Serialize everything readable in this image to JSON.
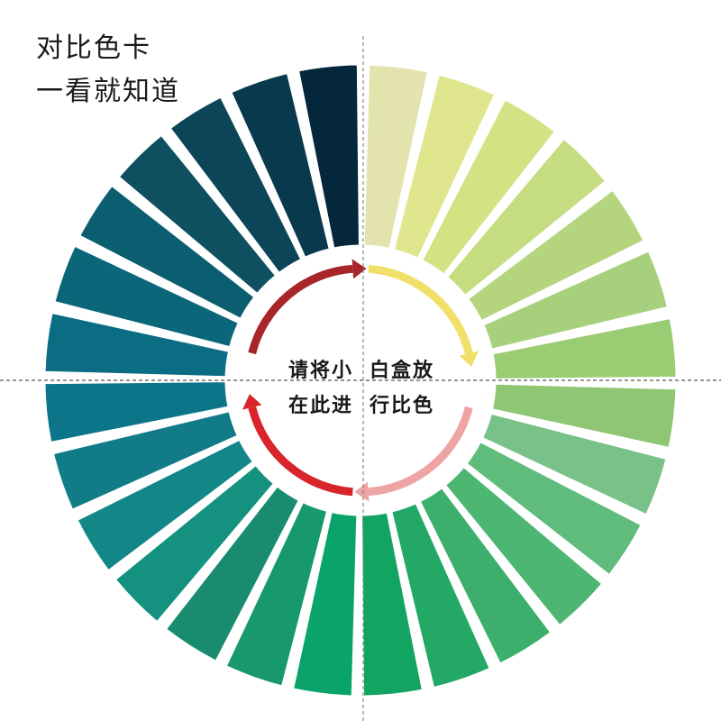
{
  "title": {
    "line1": "对比色卡",
    "line2": "一看就知道"
  },
  "center_text": {
    "top_left": "请将小",
    "top_right": "白盒放",
    "bottom_left": "在此进",
    "bottom_right": "行比色"
  },
  "wedge_colors": [
    "#e2e3ad",
    "#e0e68d",
    "#d3e384",
    "#c5dc80",
    "#b4d57e",
    "#a6d07c",
    "#9acc74",
    "#8ec673",
    "#78c188",
    "#5fbc7d",
    "#4cb672",
    "#3daf6c",
    "#23a865",
    "#12a460",
    "#0aa46b",
    "#17996d",
    "#198c70",
    "#15917f",
    "#138688",
    "#117b88",
    "#0d7589",
    "#0a6d83",
    "#0b6679",
    "#0b5e6f",
    "#0e5060",
    "#0b4557",
    "#08394d",
    "#05273b"
  ],
  "arrows": {
    "top_right_color": "#f0e06a",
    "bottom_right_color": "#eea4a4",
    "bottom_left_color": "#d9242b",
    "top_left_color": "#a8262a"
  },
  "guide_color": "#888888"
}
